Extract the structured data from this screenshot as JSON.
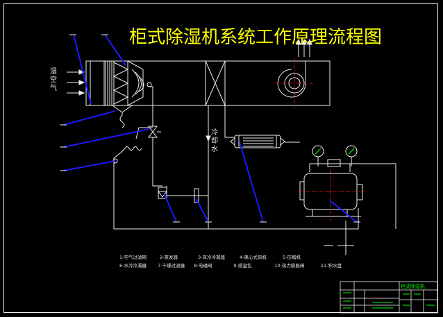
{
  "title": "柜式除湿机系统工作原理流程图",
  "labels": {
    "inlet_air": "湿空气",
    "cooling_water": "冷却水"
  },
  "legend": [
    [
      "1-空气过滤网",
      "2-蒸发器",
      "3-风冷冷凝器",
      "4-离心式风机",
      "5-压缩机"
    ],
    [
      "6-水冷冷凝器",
      "7-干燥过滤器",
      "8-电磁阀",
      "9-感温包",
      "10-热力膨胀阀",
      "11-积水盘"
    ]
  ],
  "title_block": {
    "name": "柜式除湿机"
  },
  "colors": {
    "background": "#000000",
    "line": "#f0f0f0",
    "title": "#ffff00",
    "leader": "#1a1aff",
    "accent_red": "#ff2020",
    "title_block": "#00ff00"
  }
}
